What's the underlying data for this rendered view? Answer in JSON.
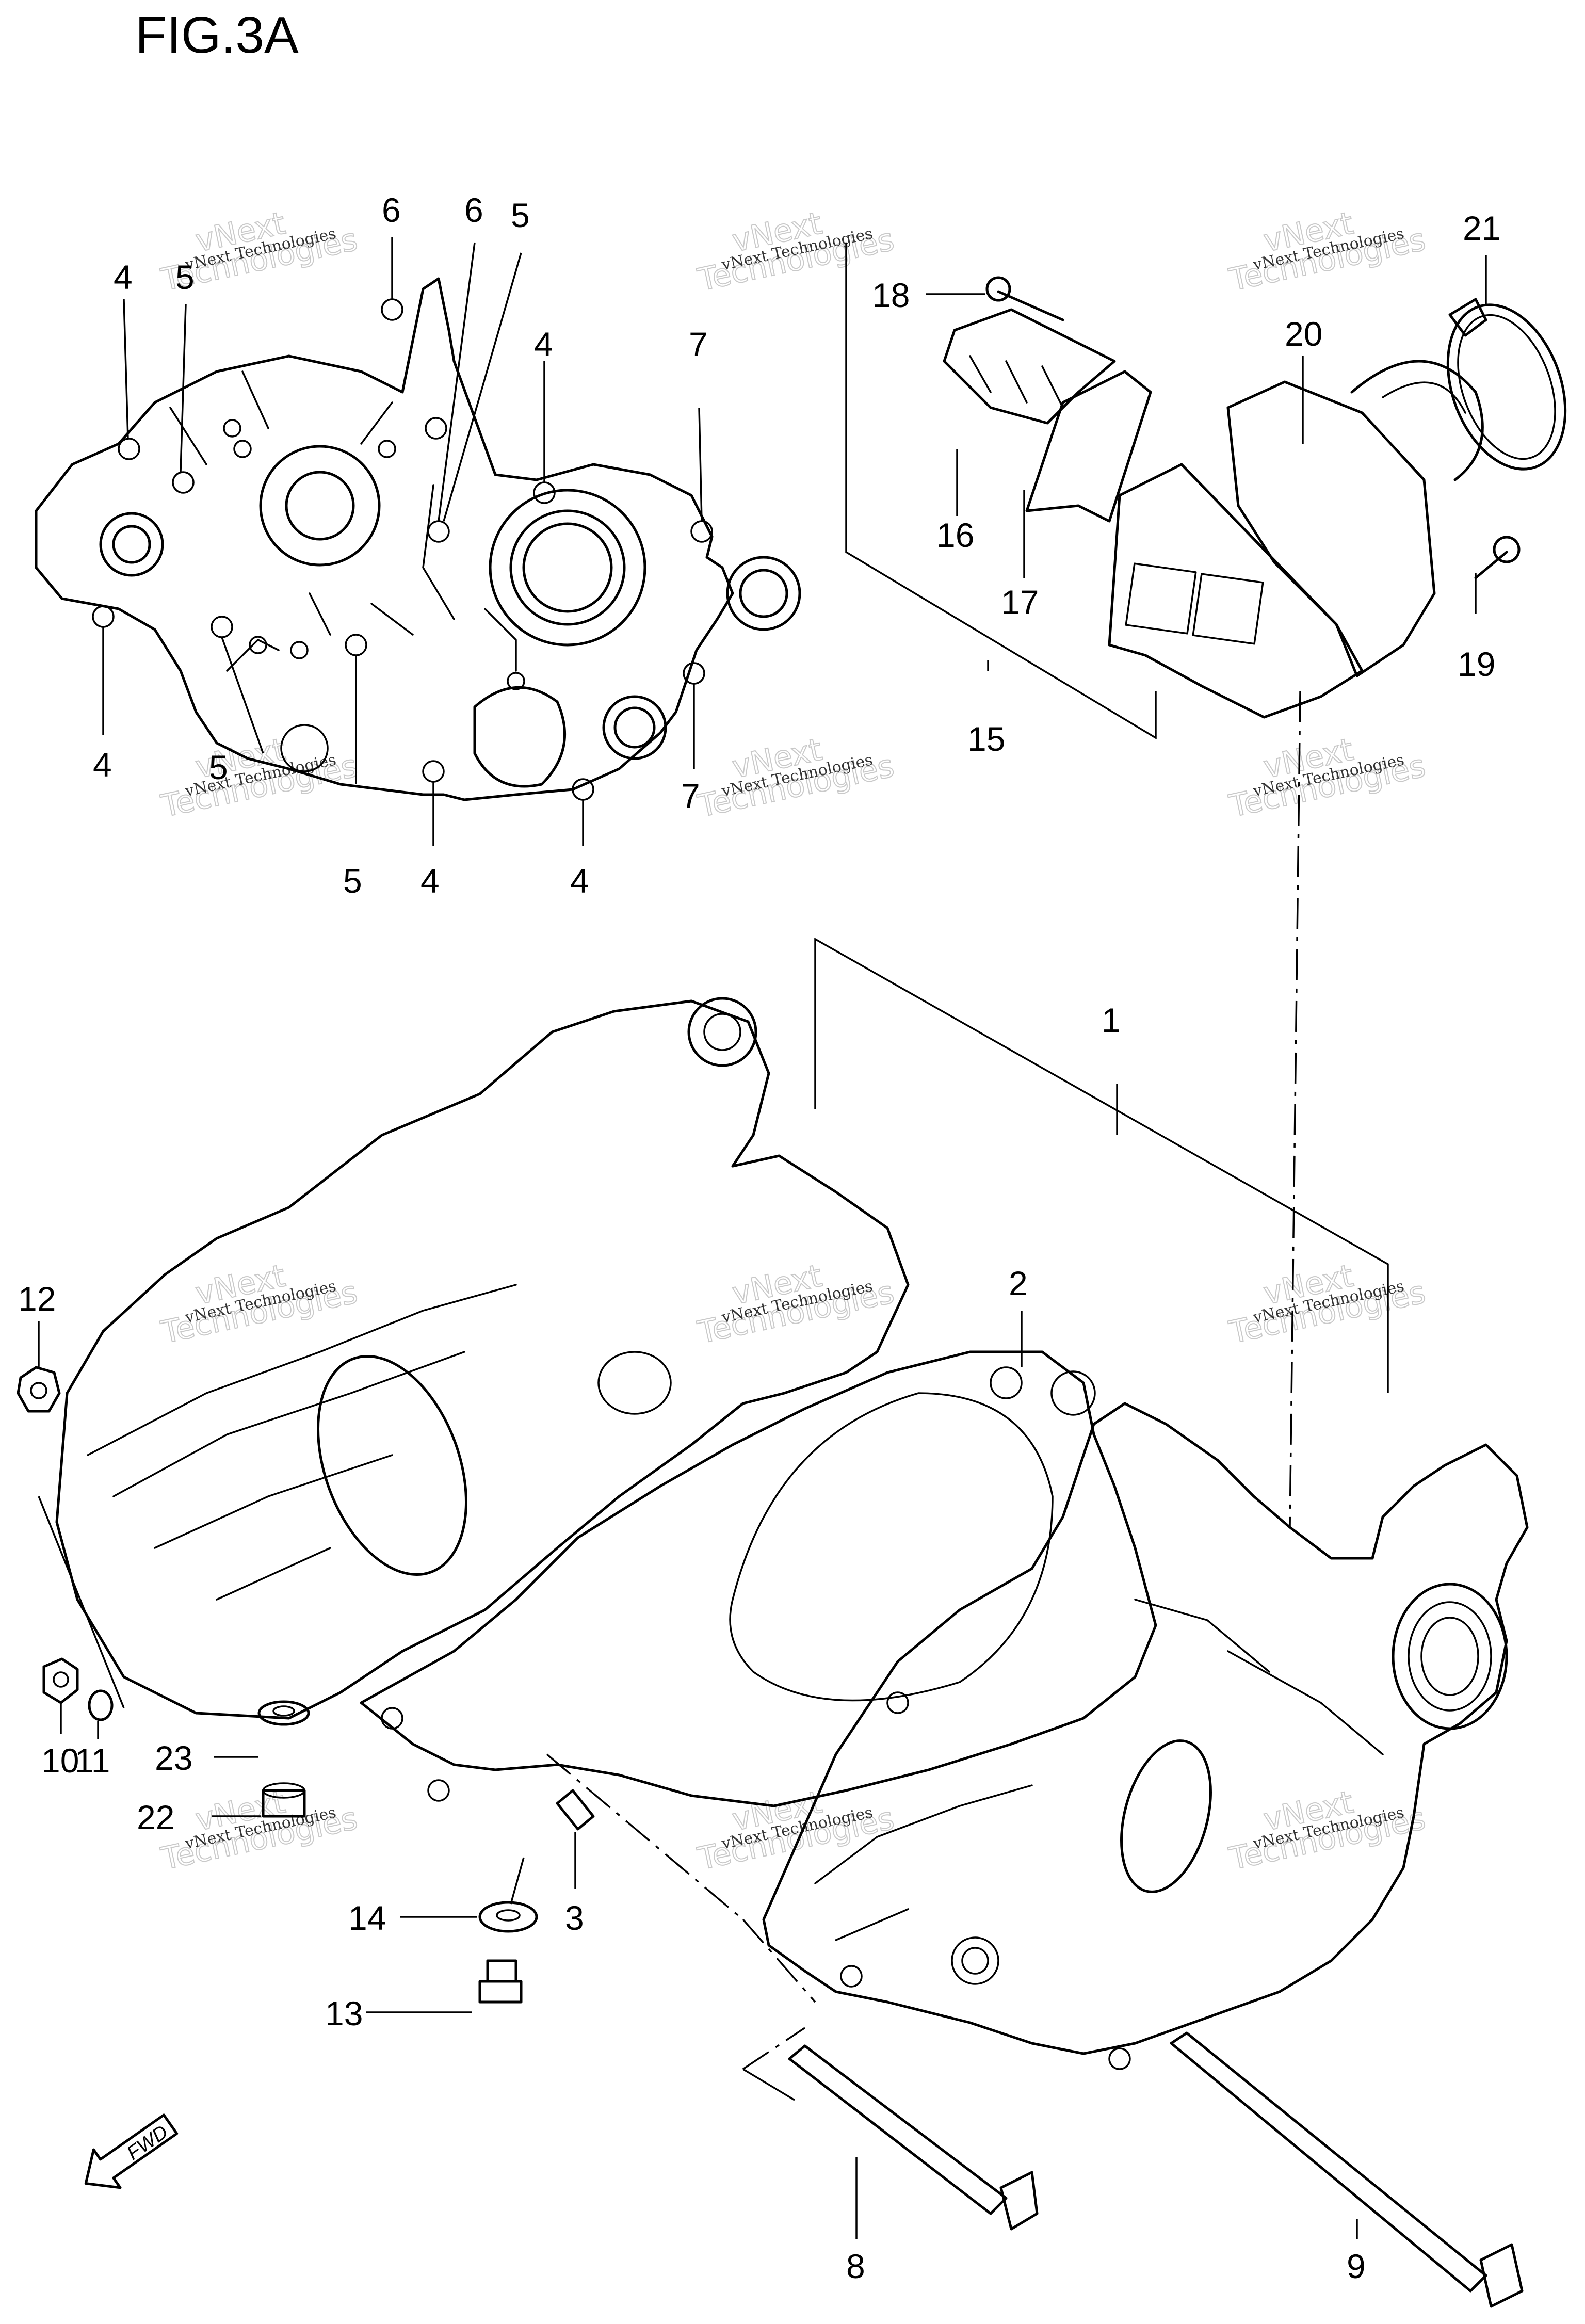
{
  "figure": {
    "title": "FIG.3A"
  },
  "watermark": {
    "line1": "vNext",
    "line2": "Technologies",
    "small": "vNext Technologies"
  },
  "callouts": [
    {
      "id": "c-6a",
      "label": "6"
    },
    {
      "id": "c-6b",
      "label": "6"
    },
    {
      "id": "c-5a",
      "label": "5"
    },
    {
      "id": "c-4a",
      "label": "4"
    },
    {
      "id": "c-5b",
      "label": "5"
    },
    {
      "id": "c-4b",
      "label": "4"
    },
    {
      "id": "c-7a",
      "label": "7"
    },
    {
      "id": "c-4c",
      "label": "4"
    },
    {
      "id": "c-5c",
      "label": "5"
    },
    {
      "id": "c-7b",
      "label": "7"
    },
    {
      "id": "c-5d",
      "label": "5"
    },
    {
      "id": "c-4d",
      "label": "4"
    },
    {
      "id": "c-4e",
      "label": "4"
    },
    {
      "id": "c-18",
      "label": "18"
    },
    {
      "id": "c-20",
      "label": "20"
    },
    {
      "id": "c-21",
      "label": "21"
    },
    {
      "id": "c-16",
      "label": "16"
    },
    {
      "id": "c-17",
      "label": "17"
    },
    {
      "id": "c-19",
      "label": "19"
    },
    {
      "id": "c-15",
      "label": "15"
    },
    {
      "id": "c-1",
      "label": "1"
    },
    {
      "id": "c-2",
      "label": "2"
    },
    {
      "id": "c-12",
      "label": "12"
    },
    {
      "id": "c-23",
      "label": "23"
    },
    {
      "id": "c-10",
      "label": "10"
    },
    {
      "id": "c-11",
      "label": "11"
    },
    {
      "id": "c-22",
      "label": "22"
    },
    {
      "id": "c-14",
      "label": "14"
    },
    {
      "id": "c-3",
      "label": "3"
    },
    {
      "id": "c-13",
      "label": "13"
    },
    {
      "id": "c-8",
      "label": "8"
    },
    {
      "id": "c-9",
      "label": "9"
    }
  ],
  "fwd_badge": {
    "label": "FWD"
  }
}
